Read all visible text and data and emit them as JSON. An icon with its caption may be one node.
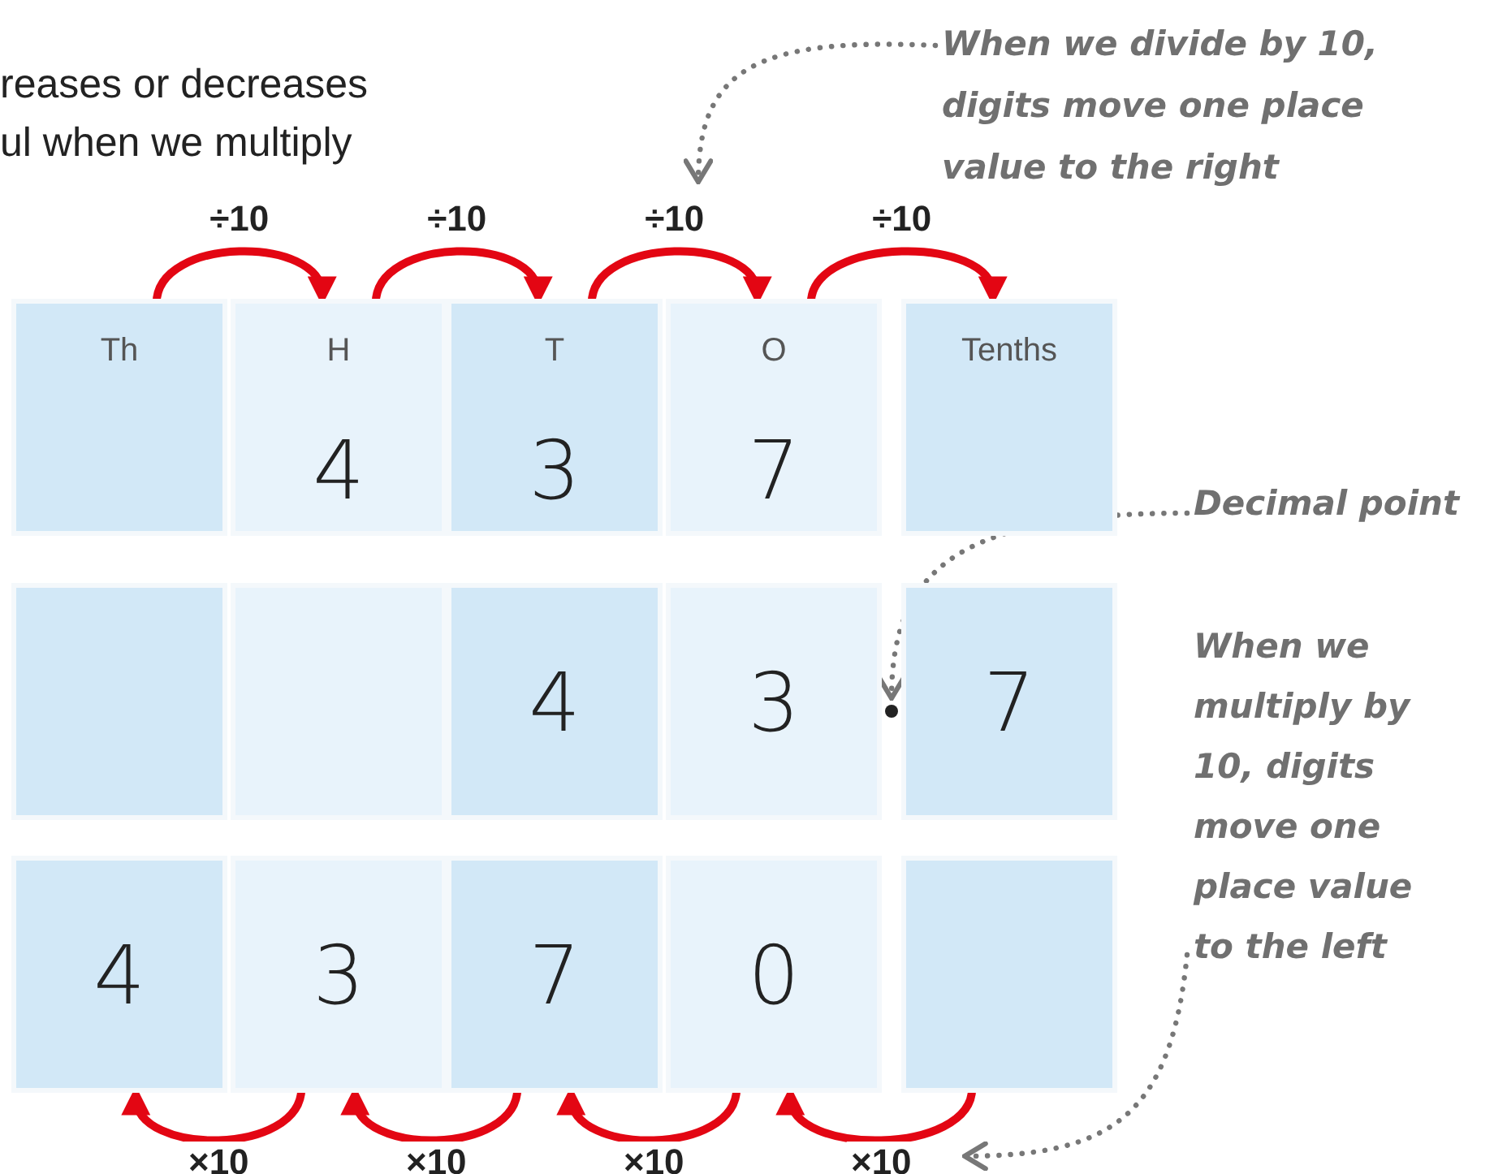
{
  "diagram": {
    "nodes": [
      {
        "text": [
          "When we divide by 10, digits move one place value to the right"
        ]
      },
      {
        "text": [
          "Th"
        ]
      },
      {
        "text": [
          "H",
          "4"
        ]
      },
      {
        "text": [
          "T",
          "3"
        ]
      },
      {
        "text": [
          "O",
          "7"
        ]
      },
      {
        "text": [
          "Tenths"
        ]
      },
      {
        "text": [
          "Decimal point"
        ]
      },
      {
        "text": [],
        "shape": "box"
      },
      {
        "text": [],
        "shape": "box"
      },
      {
        "text": [
          "4"
        ]
      },
      {
        "text": [
          "3"
        ]
      },
      {
        "text": [
          "7"
        ]
      },
      {
        "text": [],
        "shape": "circle"
      },
      {
        "text": [
          "When we multiply by 10, digits move one place value to the left"
        ]
      },
      {
        "text": [
          "4"
        ]
      },
      {
        "text": [
          "3"
        ]
      },
      {
        "text": [
          "7"
        ]
      },
      {
        "text": [
          "0"
        ]
      },
      {
        "text": [],
        "shape": "box"
      }
    ],
    "edges": [
      {
        "from": 1,
        "to": 2,
        "arrow": "to",
        "label": "÷10"
      },
      {
        "from": 2,
        "to": 3,
        "arrow": "to",
        "label": "÷10"
      },
      {
        "from": 3,
        "to": 4,
        "arrow": "to",
        "label": "÷10"
      },
      {
        "from": 4,
        "to": 5,
        "arrow": "to",
        "label": "÷10"
      },
      {
        "from": 15,
        "to": 14,
        "arrow": "to",
        "label": "×10"
      },
      {
        "from": 16,
        "to": 15,
        "arrow": "to",
        "label": "×10"
      },
      {
        "from": 17,
        "to": 16,
        "arrow": "to",
        "label": "×10"
      },
      {
        "from": 18,
        "to": 17,
        "arrow": "to",
        "label": "×10"
      },
      {
        "from": 0,
        "to": null,
        "arrow": "to",
        "style": "dashed",
        "color": "#777777"
      },
      {
        "from": 6,
        "to": 12,
        "arrow": "to",
        "style": "dashed",
        "color": "#777777"
      },
      {
        "from": 13,
        "to": null,
        "arrow": "to",
        "style": "dashed",
        "color": "#777777"
      }
    ],
    "labels": [
      "reases or decreases ul when we multiply"
    ]
  }
}
